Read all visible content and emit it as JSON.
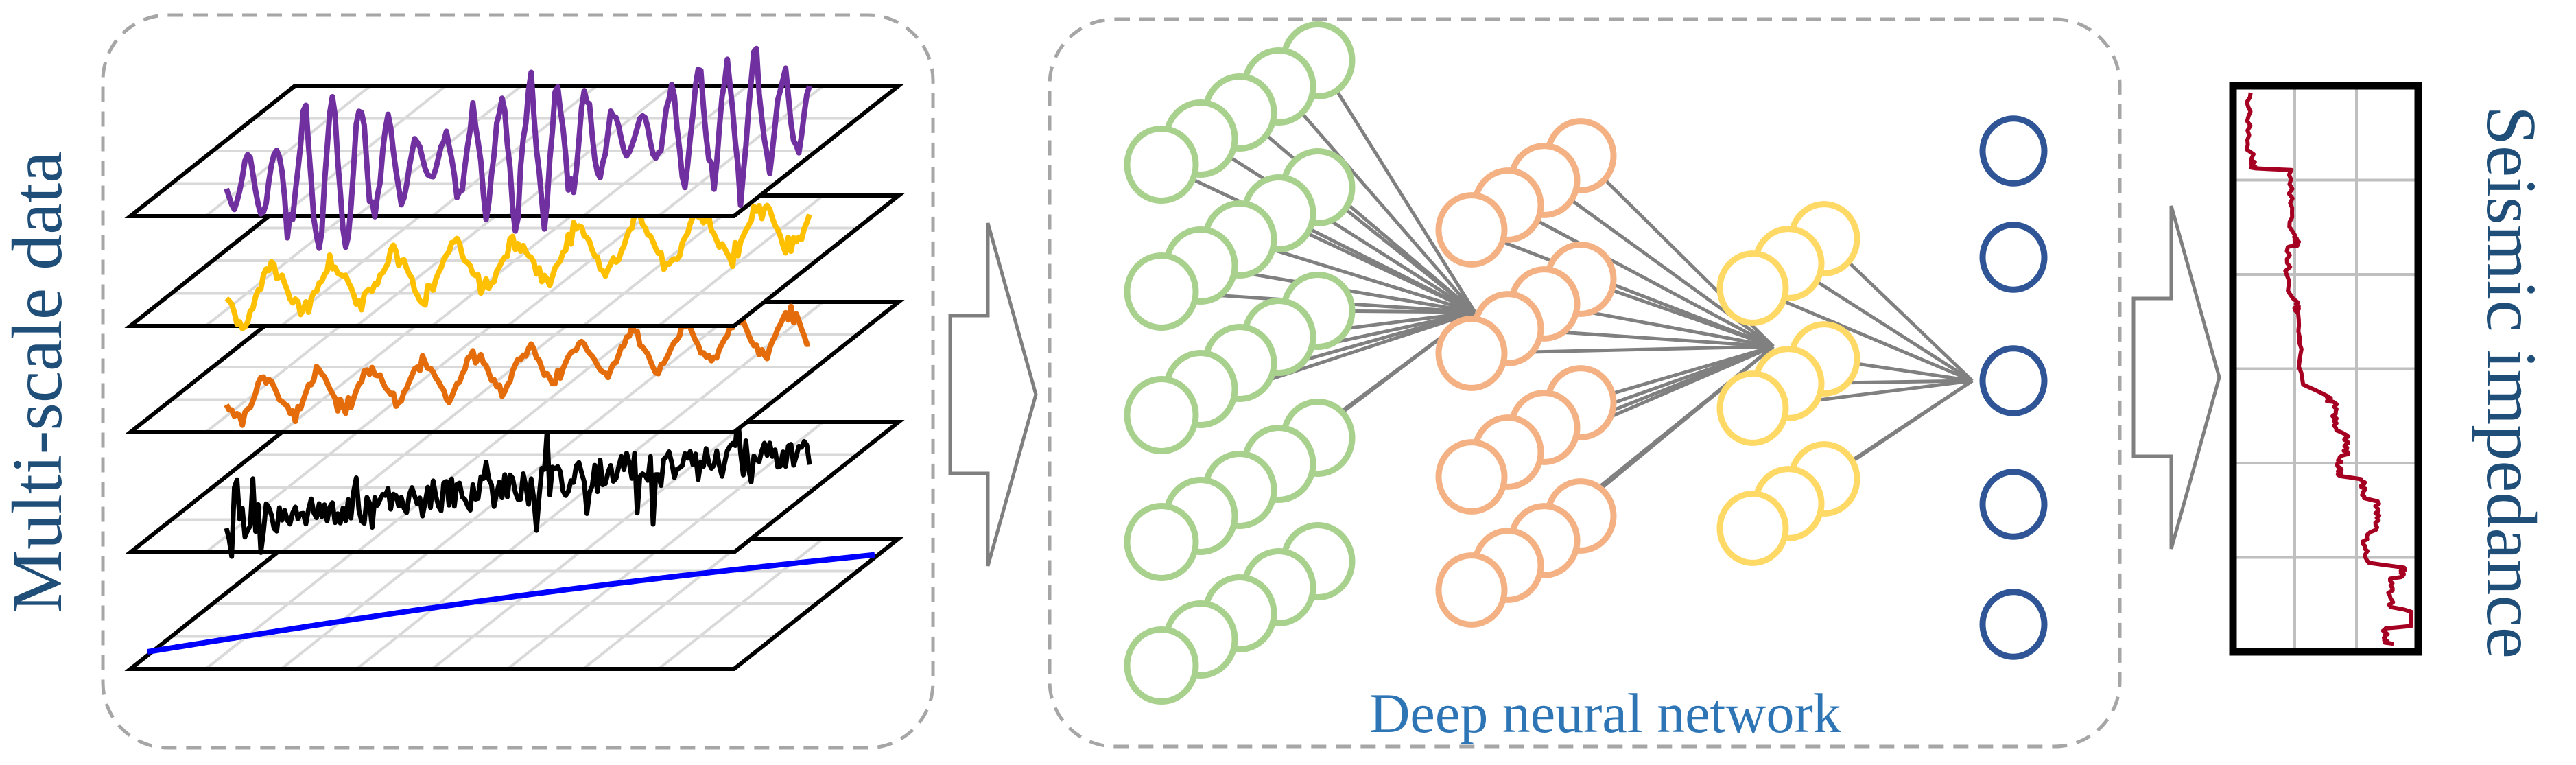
{
  "labels": {
    "input": "Multi-scale data",
    "network": "Deep neural network",
    "output": "Seismic impedance"
  },
  "colors": {
    "label_text": "#1f4e79",
    "network_label": "#2e75b6",
    "dashed_box": "#a6a6a6",
    "arrow": "#7f7f7f",
    "plane_grid": "#d9d9d9",
    "signals": [
      "#7030a0",
      "#ffc000",
      "#e46c0a",
      "#000000",
      "#0000ff"
    ],
    "layer_input": "#a9d18e",
    "layer_hidden1": "#f4b183",
    "layer_hidden2": "#ffd966",
    "layer_output": "#2f5597",
    "connection": "#808080",
    "impedance_curve": "#a50021"
  },
  "icons": [
    "stacked-data-planes",
    "right-arrow",
    "neuron-circle",
    "impedance-log-plot"
  ]
}
